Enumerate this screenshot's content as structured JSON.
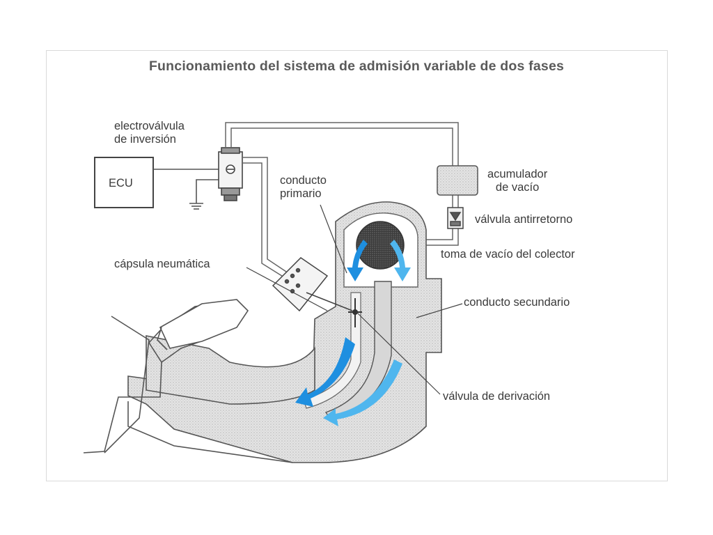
{
  "title": "Funcionamiento del sistema de admisión variable de dos fases",
  "labels": {
    "electrovalvula_line1": "electroválvula",
    "electrovalvula_line2": "de inversión",
    "ecu": "ECU",
    "conducto_primario_line1": "conducto",
    "conducto_primario_line2": "primario",
    "acumulador_line1": "acumulador",
    "acumulador_line2": "de vacío",
    "valvula_antirretorno": "válvula antirretorno",
    "toma_vacio": "toma de vacío del colector",
    "capsula_neumatica": "cápsula neumática",
    "conducto_secundario": "conducto secundario",
    "valvula_derivacion": "válvula de derivación"
  },
  "colors": {
    "flow_primary": "#1e8fe0",
    "flow_secondary": "#4fb6ee",
    "stipple": "#cfcfcf",
    "line": "#555555"
  }
}
